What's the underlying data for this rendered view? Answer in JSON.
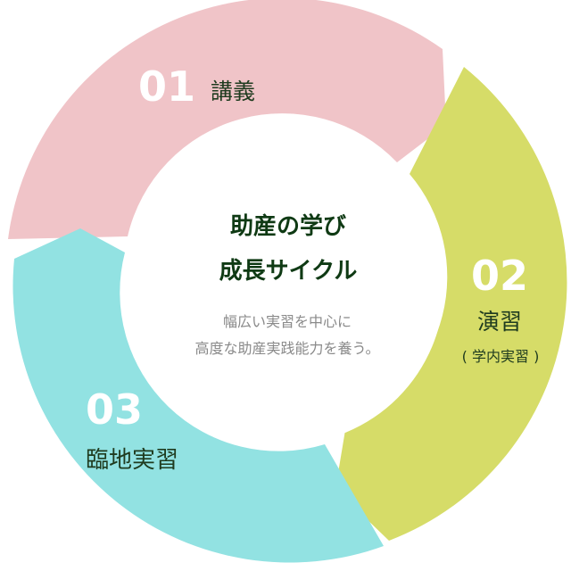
{
  "center": {
    "title_line1": "助産の学び",
    "title_line2": "成長サイクル",
    "desc_line1": "幅広い実習を中心に",
    "desc_line2": "高度な助産実践能力を養う。"
  },
  "segments": [
    {
      "number": "01",
      "label": "講義",
      "sublabel": "",
      "color": "#f0c4c8"
    },
    {
      "number": "02",
      "label": "演習",
      "sublabel": "( 学内実習 )",
      "color": "#d6dc68"
    },
    {
      "number": "03",
      "label": "臨地実習",
      "sublabel": "",
      "color": "#92e2e2"
    }
  ],
  "colors": {
    "center_fill": "#ffffff",
    "title_text": "#0f3a14",
    "label_text": "#1f3b1f",
    "desc_text": "#8a8a8a",
    "number_text": "#ffffff"
  }
}
